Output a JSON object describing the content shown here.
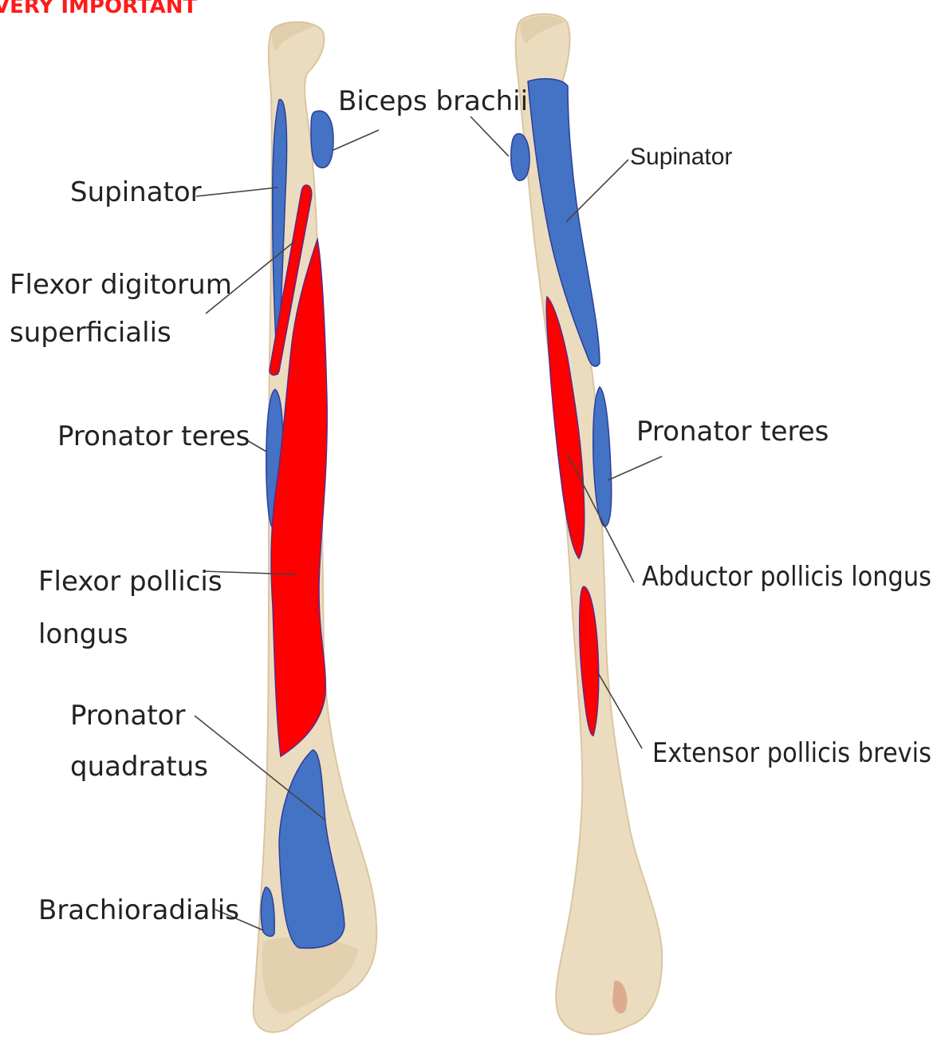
{
  "banner": {
    "text": "VERY IMPORTANT",
    "color": "#ff1a1a"
  },
  "colors": {
    "muscle_blue": "#4472c4",
    "muscle_red": "#ff0000",
    "bone": "#ecdcbf",
    "bone_shadow": "#d8c29a"
  },
  "left_view": {
    "labels": {
      "biceps_brachii": "Biceps brachii",
      "supinator": "Supinator",
      "fds_line1": "Flexor digitorum",
      "fds_line2": "superficialis",
      "pronator_teres": "Pronator teres",
      "fpl_line1": "Flexor pollicis",
      "fpl_line2": "longus",
      "pq_line1": "Pronator",
      "pq_line2": "quadratus",
      "brachioradialis": "Brachioradialis"
    }
  },
  "right_view": {
    "labels": {
      "supinator": "Supinator",
      "pronator_teres": "Pronator teres",
      "apl": "Abductor pollicis longus",
      "epb": "Extensor pollicis brevis"
    }
  }
}
